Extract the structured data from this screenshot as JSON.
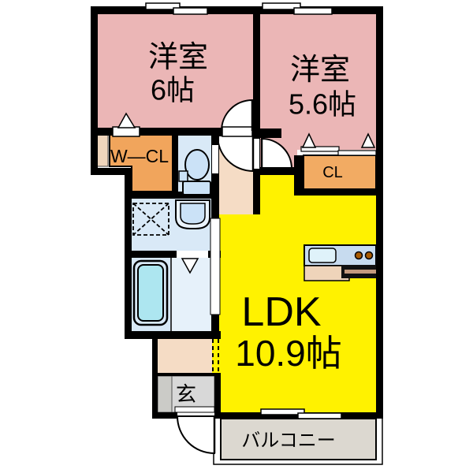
{
  "plan_title": "1LDK-floor-plan",
  "rooms": {
    "bedroom_6": {
      "name": "洋室",
      "size": "6帖",
      "color": "#EBB6B6"
    },
    "bedroom_56": {
      "name": "洋室",
      "size": "5.6帖",
      "color": "#EBB6B6"
    },
    "wcl": {
      "name": "W―CL",
      "color": "#F1A55C"
    },
    "cl": {
      "name": "CL",
      "color": "#F2AB63"
    },
    "ldk": {
      "name": "LDK",
      "size": "10.9帖",
      "color": "#FFF200"
    },
    "genkan": {
      "name": "玄",
      "color": "#D8D8D8",
      "step_color": "#CBCBC7"
    },
    "balcony": {
      "name": "バルコニー",
      "color": "#DCD8D0"
    },
    "hallway": {
      "color": "#F5DCC5"
    },
    "toilet": {
      "color": "#D9E9F7"
    },
    "washroom": {
      "color": "#D9E9F7"
    },
    "bathroom": {
      "color": "#D7E8F6",
      "floor_color": "#E6F1FA"
    }
  },
  "fixtures": {
    "bathtub_color": "#ADE6F0",
    "fixture_fill": "#CBE2F7",
    "sink_fill": "#DFF2FA",
    "counter_color": "#C7DBEF",
    "counter_base_color": "#EFD4BA",
    "burner_color": "#A85A00",
    "stove_color": "#111111",
    "stove_stripe_color": "#C49A7E",
    "pillar_color": "#EFD5BC"
  },
  "palette": {
    "wall": "#000000",
    "background": "#ffffff",
    "balcony_text": "#3a3a3a"
  }
}
